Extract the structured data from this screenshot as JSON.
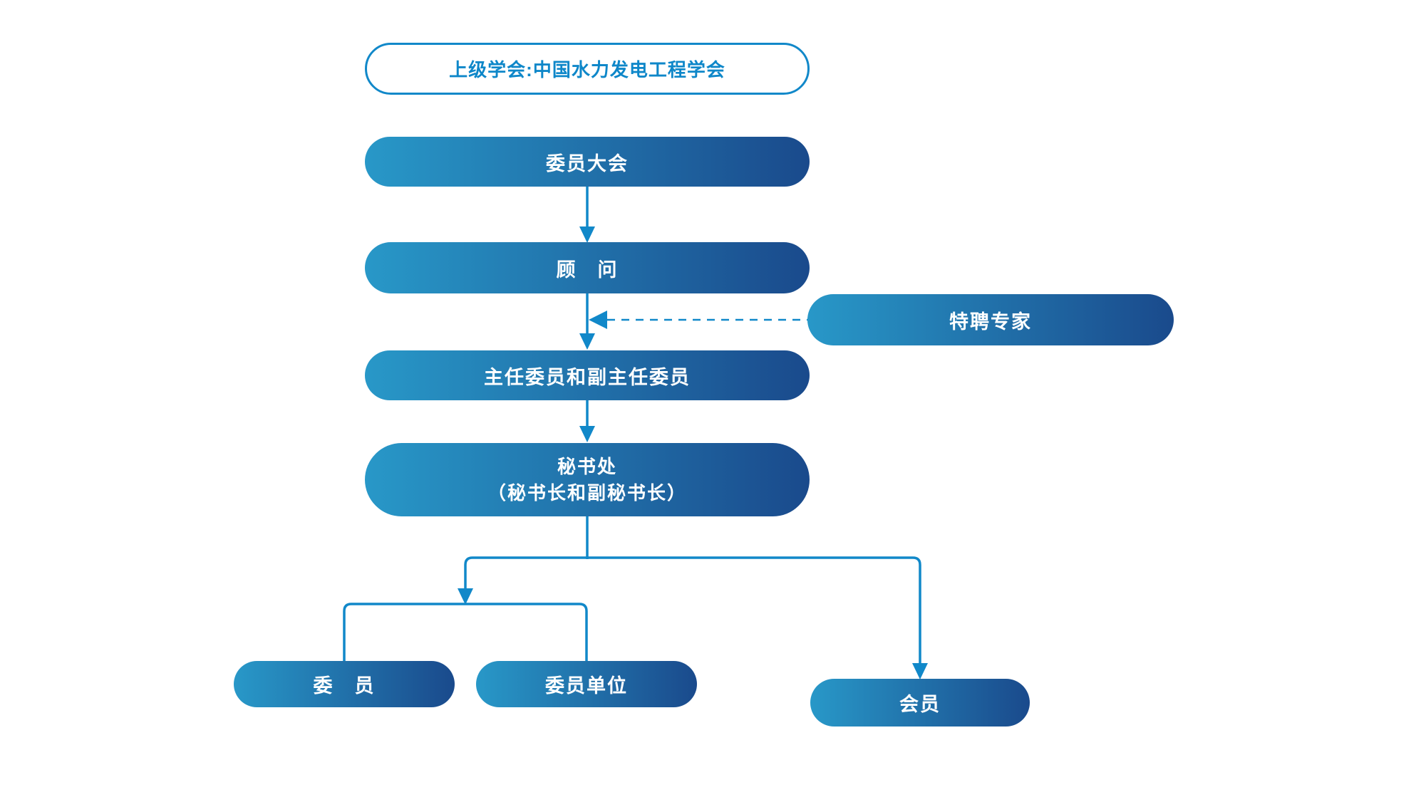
{
  "diagram": {
    "colors": {
      "gradient_start": "#2898C8",
      "gradient_end": "#1A4A8C",
      "line": "#1188C9",
      "outline_text": "#0E87C9",
      "background": "#FFFFFF"
    },
    "nodes": {
      "parent_society": {
        "label": "上级学会:中国水力发电工程学会"
      },
      "committee_assembly": {
        "label": "委员大会"
      },
      "advisors": {
        "label": "顾　问"
      },
      "special_experts": {
        "label": "特聘专家"
      },
      "chair_vice_chairs": {
        "label": "主任委员和副主任委员"
      },
      "secretariat": {
        "line1": "秘书处",
        "line2": "（秘书长和副秘书长）"
      },
      "committee_members": {
        "label": "委　员"
      },
      "member_units": {
        "label": "委员单位"
      },
      "members": {
        "label": "会员"
      }
    }
  }
}
